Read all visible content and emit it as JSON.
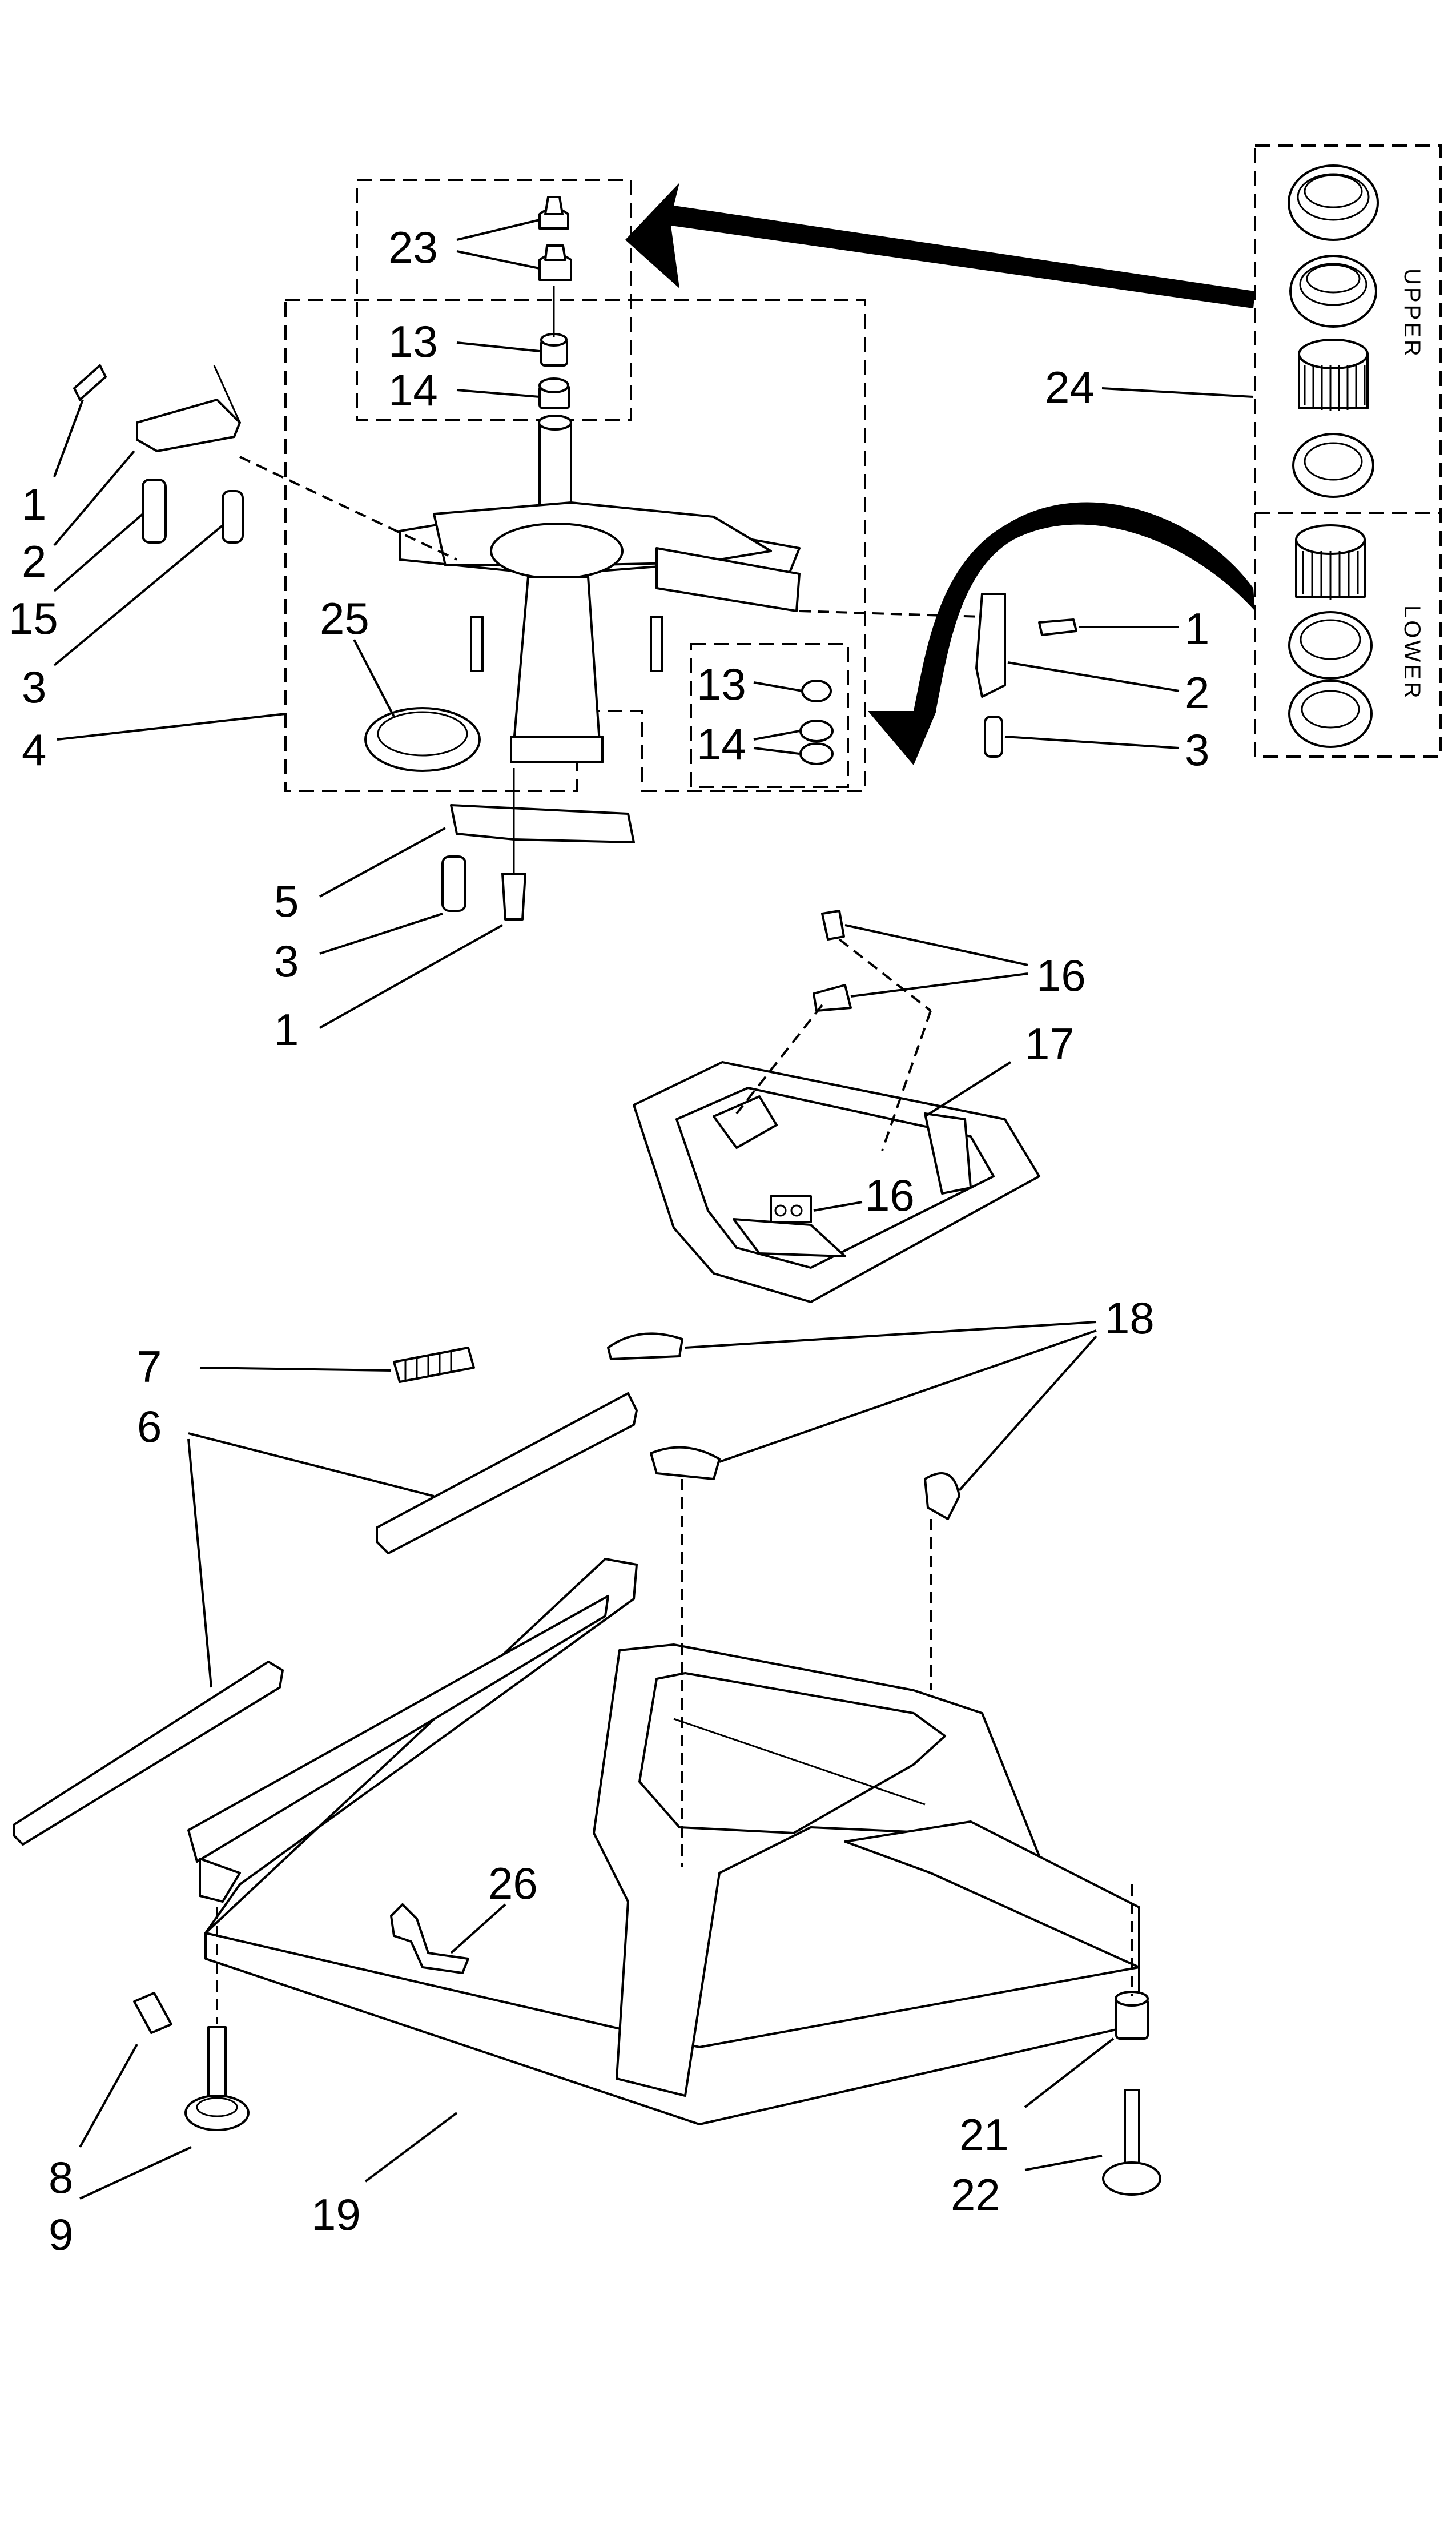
{
  "callouts": {
    "c1_top_left": "1",
    "c2_top_left": "2",
    "c15": "15",
    "c3_top_left": "3",
    "c4": "4",
    "c23": "23",
    "c13_top": "13",
    "c14_top": "14",
    "c25": "25",
    "c13_box": "13",
    "c14_box": "14",
    "c1_right": "1",
    "c2_right": "2",
    "c3_right": "3",
    "c24": "24",
    "c5": "5",
    "c3_bottom": "3",
    "c1_bottom": "1",
    "c16_top": "16",
    "c17": "17",
    "c16_mid": "16",
    "c18": "18",
    "c7": "7",
    "c6": "6",
    "c26": "26",
    "c8": "8",
    "c9": "9",
    "c19": "19",
    "c21": "21",
    "c22": "22"
  },
  "kit_labels": {
    "upper": "UPPER",
    "lower": "LOWER"
  }
}
